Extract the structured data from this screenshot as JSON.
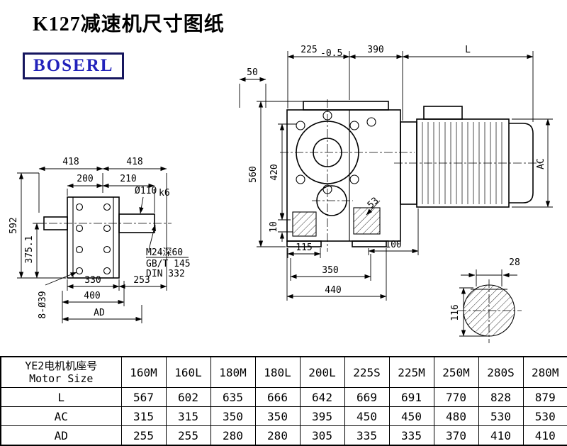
{
  "page": {
    "title": "K127减速机尺寸图纸",
    "logo": "BOSERL"
  },
  "colors": {
    "logo_text": "#2222bb",
    "logo_border": "#16165e",
    "line": "#000000",
    "background": "#ffffff"
  },
  "front": {
    "d225": "225",
    "d225tol": "-0.5",
    "d390": "390",
    "dL": "L",
    "d50": "50",
    "d560": "560",
    "d420": "420",
    "d10": "10",
    "d115": "115",
    "d100": "100",
    "d350": "350",
    "d440": "440",
    "d53": "53",
    "dAC": "AC"
  },
  "side": {
    "d418a": "418",
    "d418b": "418",
    "d200": "200",
    "d210": "210",
    "shaft_dia": "Ø110",
    "shaft_fit": "k6",
    "d592": "592",
    "d375": "375.1",
    "d330": "330",
    "d253": "253",
    "d400": "400",
    "dAD": "AD",
    "bolts": "8-Ø39",
    "tap1": "M24深60",
    "tap2": "GB/T 145",
    "tap3": "DIN 332"
  },
  "shaft_end": {
    "d28": "28",
    "d116": "116"
  },
  "table": {
    "col0_line1": "YE2电机机座号",
    "col0_line2": "Motor Size",
    "columns": [
      "160M",
      "160L",
      "180M",
      "180L",
      "200L",
      "225S",
      "225M",
      "250M",
      "280S",
      "280M"
    ],
    "rows": [
      {
        "label": "L",
        "values": [
          "567",
          "602",
          "635",
          "666",
          "642",
          "669",
          "691",
          "770",
          "828",
          "879"
        ]
      },
      {
        "label": "AC",
        "values": [
          "315",
          "315",
          "350",
          "350",
          "395",
          "450",
          "450",
          "480",
          "530",
          "530"
        ]
      },
      {
        "label": "AD",
        "values": [
          "255",
          "255",
          "280",
          "280",
          "305",
          "335",
          "335",
          "370",
          "410",
          "410"
        ]
      }
    ]
  }
}
